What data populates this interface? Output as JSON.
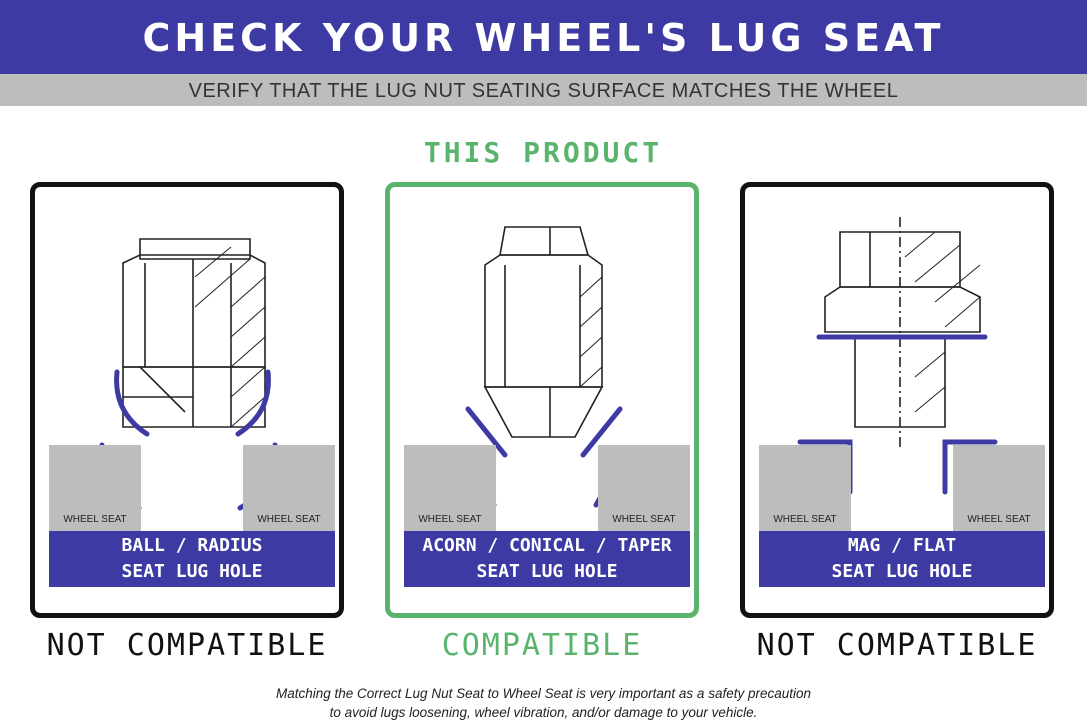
{
  "header": {
    "title": "CHECK YOUR WHEEL'S LUG SEAT",
    "subtitle": "VERIFY THAT THE LUG NUT SEATING SURFACE MATCHES THE WHEEL"
  },
  "highlight_label": "THIS PRODUCT",
  "panels": [
    {
      "id": "ball",
      "seat_label_left": "WHEEL SEAT",
      "seat_label_right": "WHEEL SEAT",
      "band_line1": "BALL / RADIUS",
      "band_line2": "SEAT LUG HOLE",
      "verdict": "NOT COMPATIBLE"
    },
    {
      "id": "acorn",
      "seat_label_left": "WHEEL SEAT",
      "seat_label_right": "WHEEL SEAT",
      "band_line1": "ACORN / CONICAL / TAPER",
      "band_line2": "SEAT LUG HOLE",
      "verdict": "COMPATIBLE"
    },
    {
      "id": "flat",
      "seat_label_left": "WHEEL SEAT",
      "seat_label_right": "WHEEL SEAT",
      "band_line1": "MAG / FLAT",
      "band_line2": "SEAT LUG HOLE",
      "verdict": "NOT COMPATIBLE"
    }
  ],
  "footer": {
    "line1": "Matching the Correct Lug Nut Seat to Wheel Seat is very important as a safety precaution",
    "line2": "to avoid lugs loosening, wheel vibration, and/or damage to your vehicle."
  },
  "colors": {
    "brand_blue": "#3d3aa4",
    "compatible_green": "#5bb46e",
    "seat_gray": "#bdbdbd"
  }
}
